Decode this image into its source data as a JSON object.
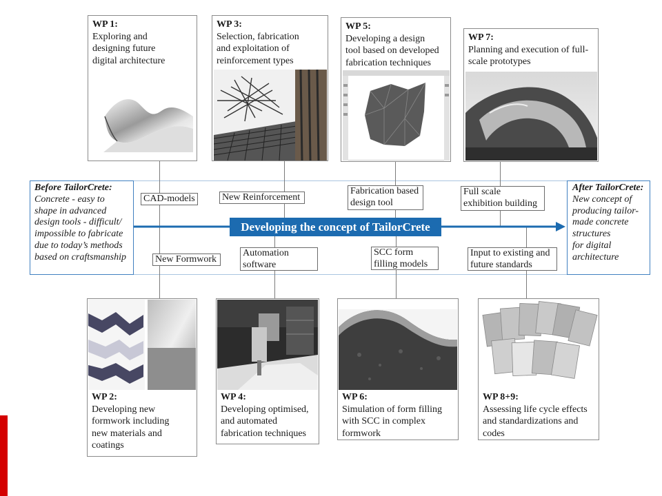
{
  "top_packages": [
    {
      "title": "WP 1:",
      "lines": [
        "Exploring and",
        "designing future",
        "digital architecture"
      ],
      "image": "cad-surface-image"
    },
    {
      "title": "WP 3:",
      "lines": [
        "Selection, fabrication",
        "and exploitation of",
        "reinforcement types"
      ],
      "image": "reinforcement-image"
    },
    {
      "title": "WP 5:",
      "lines": [
        "Developing a design",
        "tool based on developed",
        "fabrication techniques"
      ],
      "image": "design-tool-image"
    },
    {
      "title": "WP 7:",
      "lines": [
        "Planning and execution of full-",
        "scale prototypes"
      ],
      "image": "prototype-image"
    }
  ],
  "bottom_packages": [
    {
      "title": "WP 2:",
      "lines": [
        "Developing new",
        "formwork including",
        "new materials and",
        "coatings"
      ],
      "image": "formwork-image"
    },
    {
      "title": "WP 4:",
      "lines": [
        "Developing optimised,",
        "and automated",
        "fabrication techniques"
      ],
      "image": "robot-image"
    },
    {
      "title": "WP 6:",
      "lines": [
        "Simulation of form filling",
        "with SCC in complex",
        "formwork"
      ],
      "image": "form-filling-image"
    },
    {
      "title": "WP 8+9:",
      "lines": [
        "Assessing life cycle effects",
        "and standardizations and",
        "codes"
      ],
      "image": "documents-image"
    }
  ],
  "top_labels": [
    {
      "lines": [
        "CAD-models"
      ]
    },
    {
      "lines": [
        "New Reinforcement"
      ]
    },
    {
      "lines": [
        "Fabrication based",
        "design tool"
      ]
    },
    {
      "lines": [
        "Full scale",
        "exhibition building"
      ]
    }
  ],
  "bottom_labels": [
    {
      "lines": [
        "New Formwork"
      ]
    },
    {
      "lines": [
        "Automation",
        "software"
      ]
    },
    {
      "lines": [
        "SCC form",
        "filling models"
      ]
    },
    {
      "lines": [
        "Input to existing and",
        "future standards"
      ]
    }
  ],
  "before": {
    "title": "Before TailorCrete:",
    "lines": [
      "Concrete - easy to",
      "shape in advanced",
      "design tools - difficult/",
      "impossible to fabricate",
      "due to today’s methods",
      "based on craftsmanship"
    ]
  },
  "after": {
    "title": "After TailorCrete:",
    "lines": [
      "New concept of",
      "producing tailor-",
      "made concrete",
      "structures",
      "for digital",
      "architecture"
    ]
  },
  "band_title": "Developing the concept of TailorCrete",
  "colors": {
    "band_blue": "#1c6bb0",
    "frame_blue": "#3f7fc0",
    "corner_red": "#d40000",
    "box_border": "#8a8a8a"
  }
}
